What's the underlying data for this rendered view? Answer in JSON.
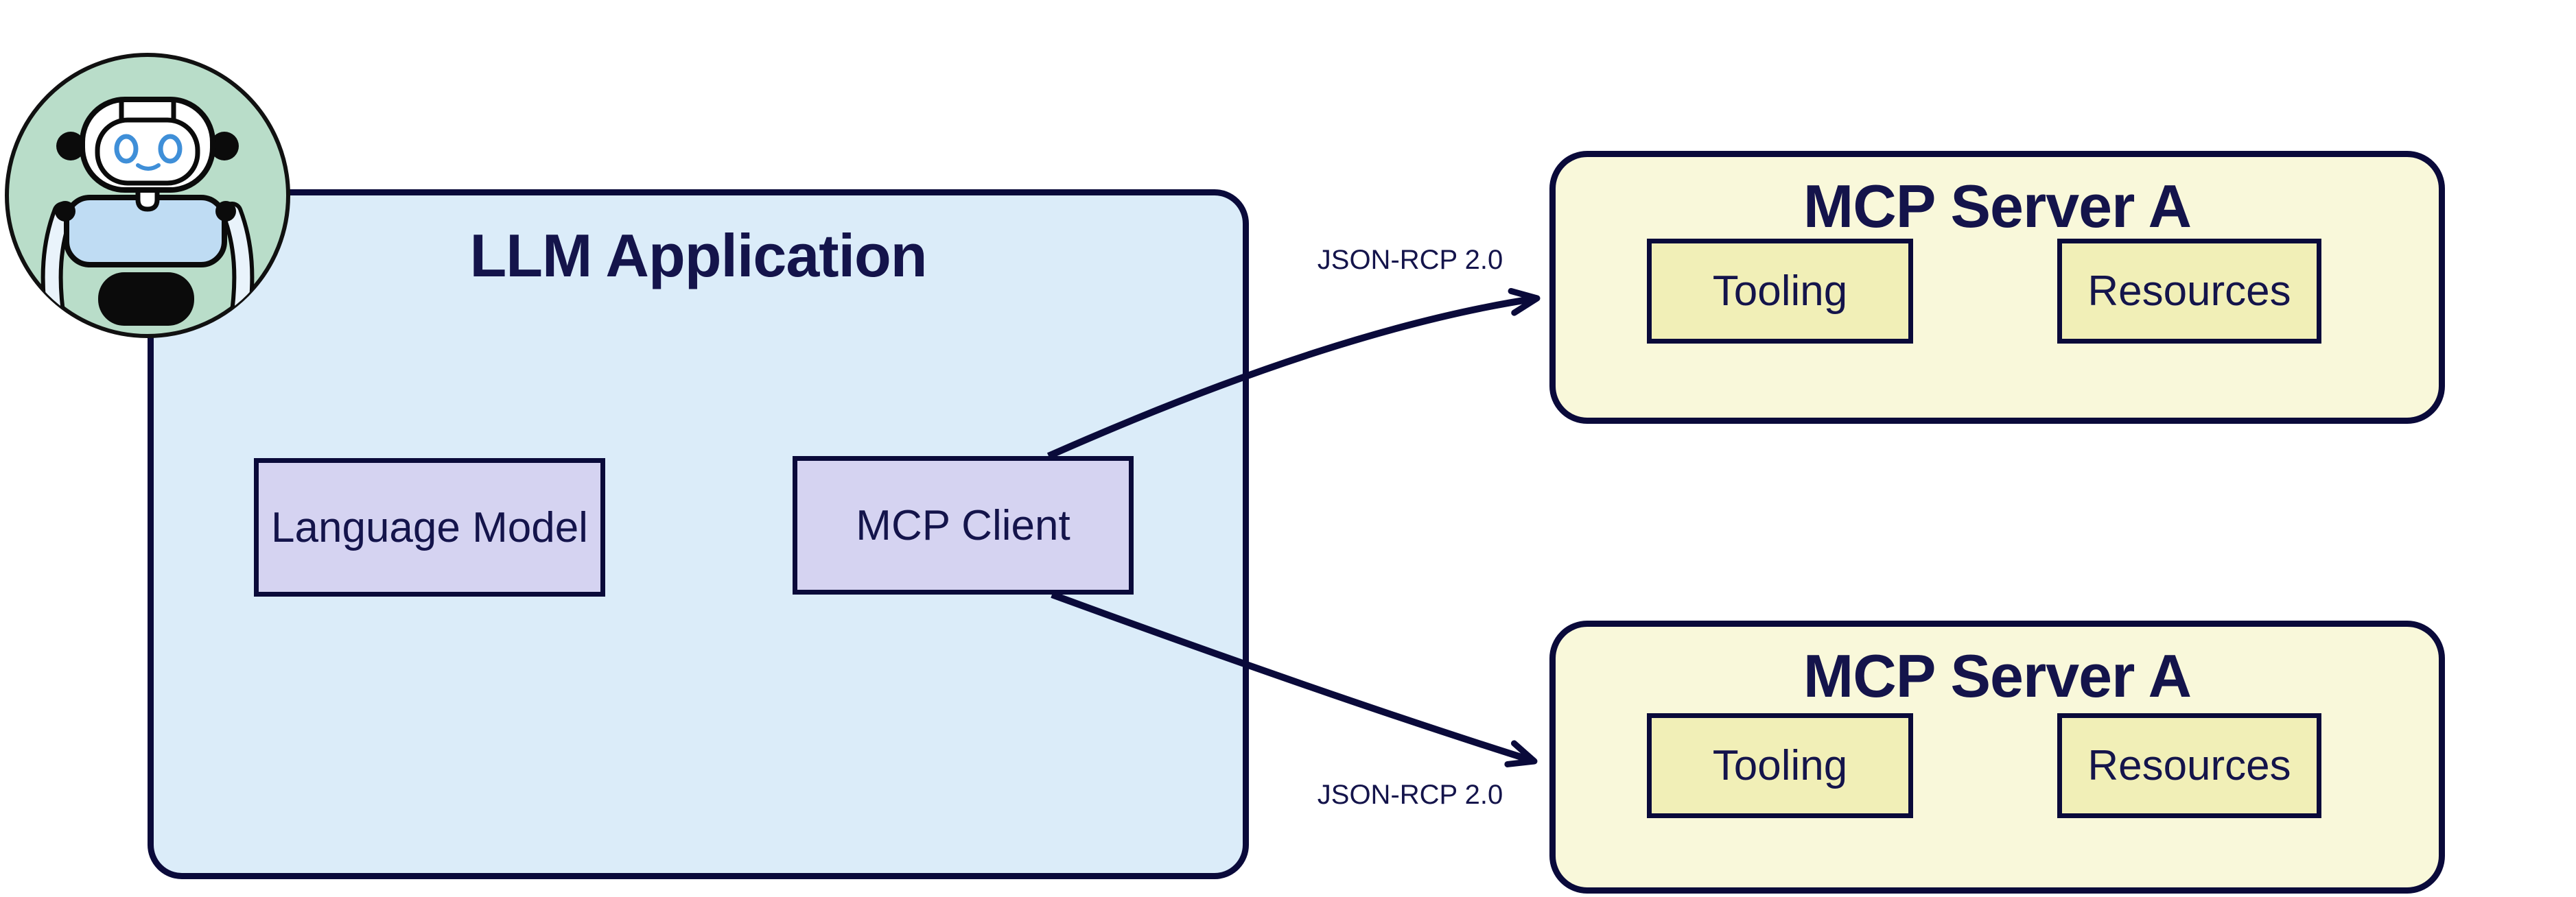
{
  "colors": {
    "navy_line": "#0a0a3a",
    "text_navy": "#14144b",
    "llm_fill": "#dbecf9",
    "component_fill": "#d5d3f1",
    "server_fill": "#f9f8da",
    "server_component_fill": "#f1efb7",
    "avatar_green": "#b9ddc9",
    "robot_body_blue": "#bfdcf3",
    "robot_eye_blue": "#3f8fd8"
  },
  "avatar": {
    "name": "robot-avatar"
  },
  "llm_app": {
    "title": "LLM Application",
    "components": [
      {
        "label": "Language Model"
      },
      {
        "label": "MCP Client"
      }
    ]
  },
  "servers": [
    {
      "title": "MCP Server A",
      "components": [
        {
          "label": "Tooling"
        },
        {
          "label": "Resources"
        }
      ]
    },
    {
      "title": "MCP Server A",
      "components": [
        {
          "label": "Tooling"
        },
        {
          "label": "Resources"
        }
      ]
    }
  ],
  "connections": [
    {
      "from": "MCP Client",
      "to": "MCP Server A (top)",
      "label": "JSON-RCP 2.0"
    },
    {
      "from": "MCP Client",
      "to": "MCP Server A (bottom)",
      "label": "JSON-RCP 2.0"
    }
  ]
}
